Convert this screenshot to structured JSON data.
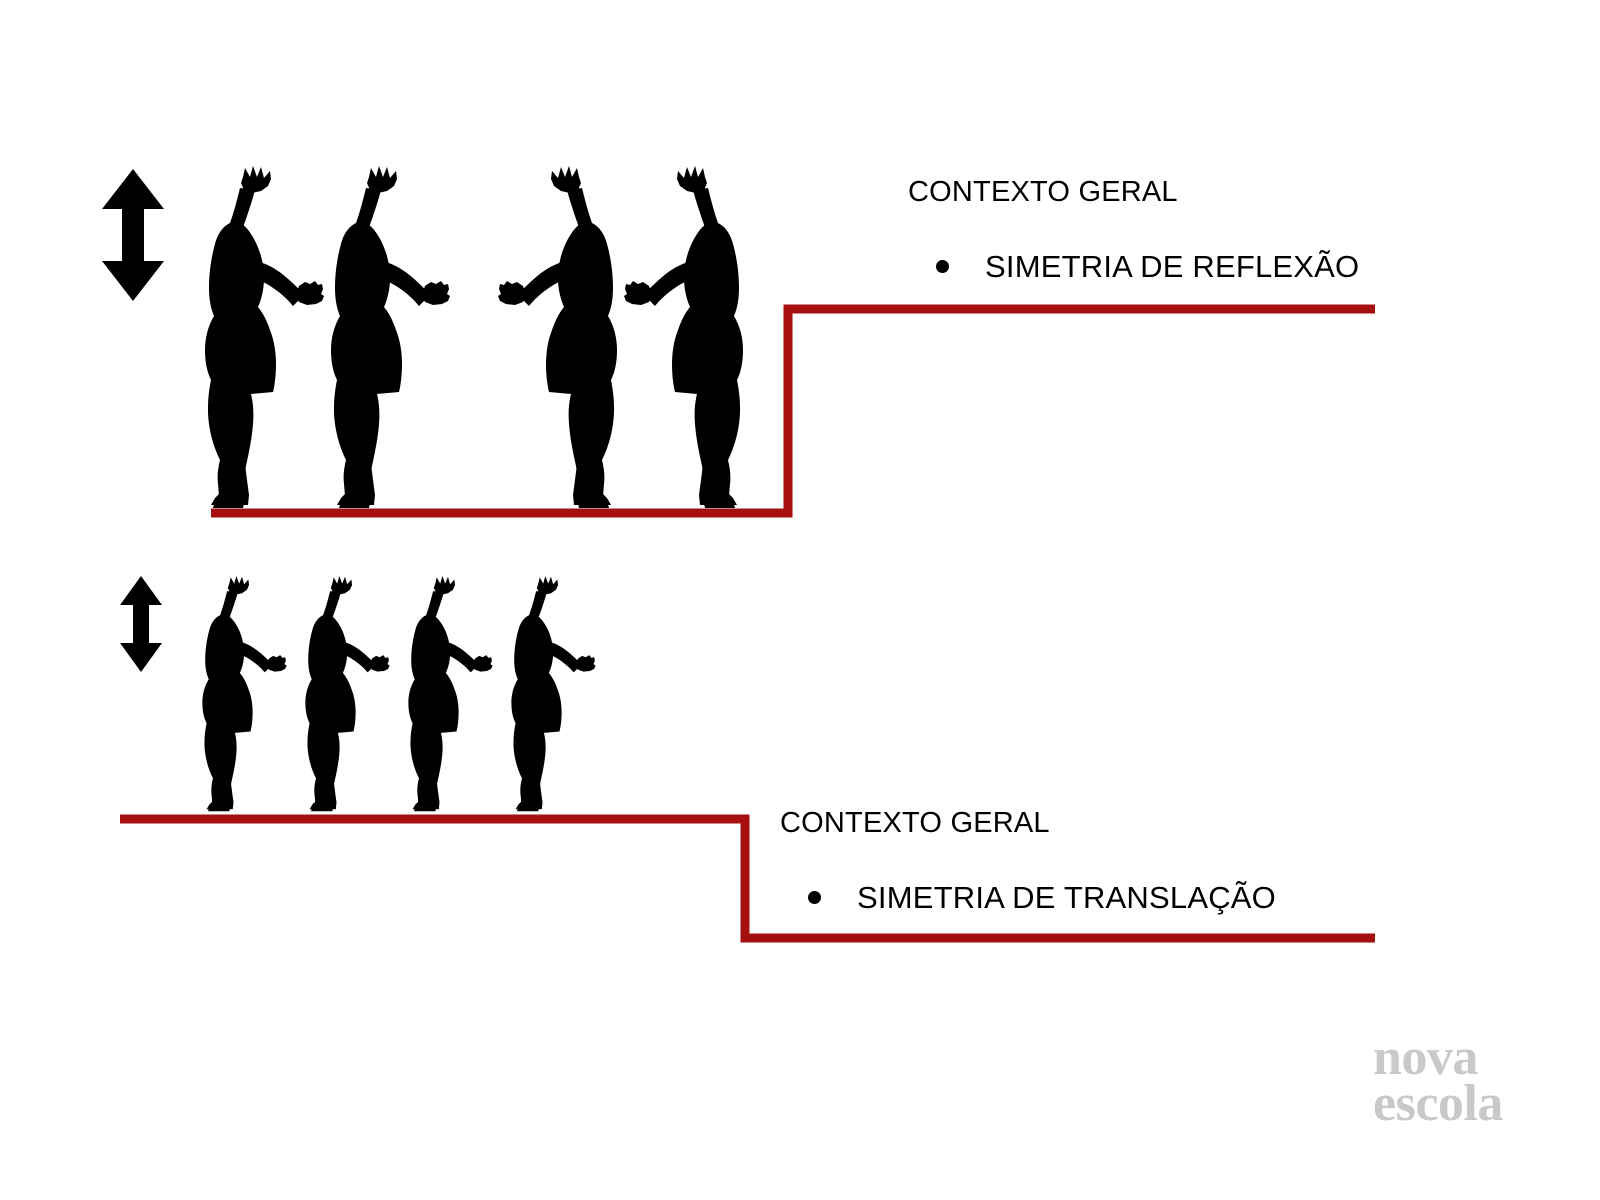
{
  "slide": {
    "title": "Simetria - Contexto Geral",
    "background_color": "#ffffff",
    "accent_color": "#a50f0f",
    "figure_color": "#000000"
  },
  "top_section": {
    "context_title": "CONTEXTO GERAL",
    "bullet_label": "SIMETRIA DE REFLEXÃO",
    "bullet_glyph": "•",
    "arrow_icon": "double-arrow-vertical",
    "figure_count": 4,
    "figures": [
      {
        "index": 1,
        "facing": "right"
      },
      {
        "index": 2,
        "facing": "right"
      },
      {
        "index": 3,
        "facing": "left"
      },
      {
        "index": 4,
        "facing": "left"
      }
    ]
  },
  "bottom_section": {
    "context_title": "CONTEXTO GERAL",
    "bullet_label": "SIMETRIA DE TRANSLAÇÃO",
    "bullet_glyph": "•",
    "arrow_icon": "double-arrow-vertical",
    "figure_count": 4,
    "figures": [
      {
        "index": 1,
        "facing": "right"
      },
      {
        "index": 2,
        "facing": "right"
      },
      {
        "index": 3,
        "facing": "right"
      },
      {
        "index": 4,
        "facing": "right"
      }
    ]
  },
  "logo": {
    "line1": "nova",
    "line2": "escola",
    "color": "#c9c9c9"
  }
}
